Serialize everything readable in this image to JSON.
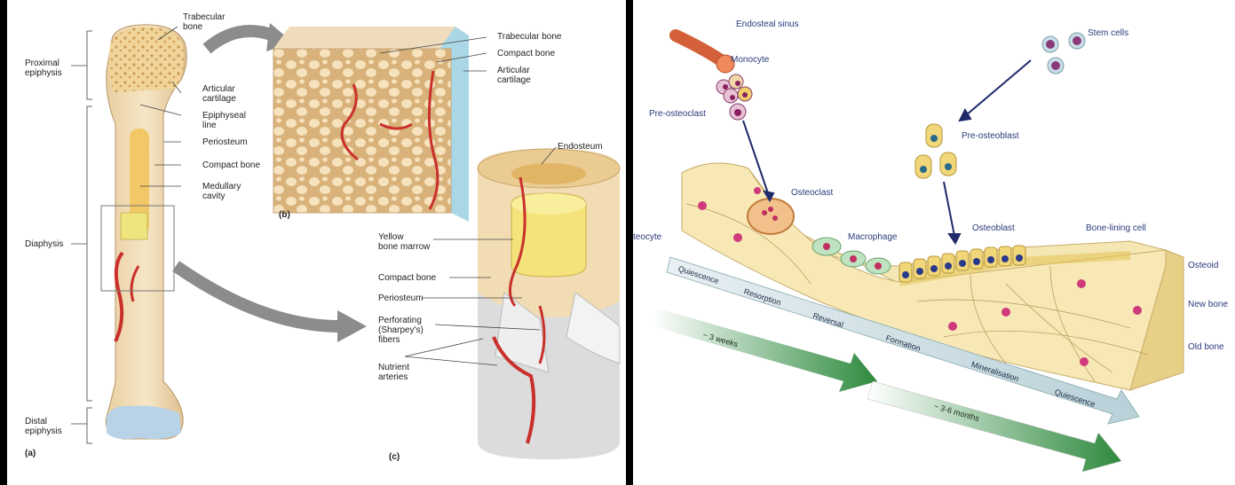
{
  "bone_anatomy": {
    "labels": {
      "trabecular_bone_a": "Trabecular\nbone",
      "proximal_epiphysis": "Proximal\nepiphysis",
      "articular_cartilage_a": "Articular\ncartilage",
      "epiphyseal_line": "Epiphyseal\nline",
      "periosteum_a": "Periosteum",
      "compact_bone_a": "Compact bone",
      "medullary_cavity": "Medullary\ncavity",
      "diaphysis": "Diaphysis",
      "distal_epiphysis": "Distal\nepiphysis",
      "panel_a": "(a)",
      "trabecular_bone_b": "Trabecular bone",
      "compact_bone_b": "Compact bone",
      "articular_cartilage_b": "Articular\ncartilage",
      "panel_b": "(b)",
      "endosteum": "Endosteum",
      "yellow_marrow": "Yellow\nbone marrow",
      "compact_bone_c": "Compact bone",
      "periosteum_c": "Periosteum",
      "perforating_fibers": "Perforating\n(Sharpey's)\nfibers",
      "nutrient_arteries": "Nutrient\narteries",
      "panel_c": "(c)"
    }
  },
  "bone_remodeling": {
    "labels": {
      "endosteal_sinus": "Endosteal sinus",
      "monocyte": "Monocyte",
      "pre_osteoclast": "Pre-osteoclast",
      "stem_cells": "Stem cells",
      "pre_osteoblast": "Pre-osteoblast",
      "osteoclast": "Osteoclast",
      "osteocyte": "teocyte",
      "macrophage": "Macrophage",
      "osteoblast": "Osteoblast",
      "bone_lining_cell": "Bone-lining cell",
      "osteoid": "Osteoid",
      "new_bone": "New bone",
      "old_bone": "Old bone"
    },
    "phases": [
      "Quiescence",
      "Resorption",
      "Reversal",
      "Formation",
      "Mineralisation",
      "Quiescence"
    ],
    "durations": [
      "~ 3 weeks",
      "~ 3-6 months"
    ],
    "colors": {
      "cell_label": "#2a3a7a",
      "duration_arrow": "#2e8a3e",
      "phase_arrow": "#b8d0d8"
    }
  }
}
